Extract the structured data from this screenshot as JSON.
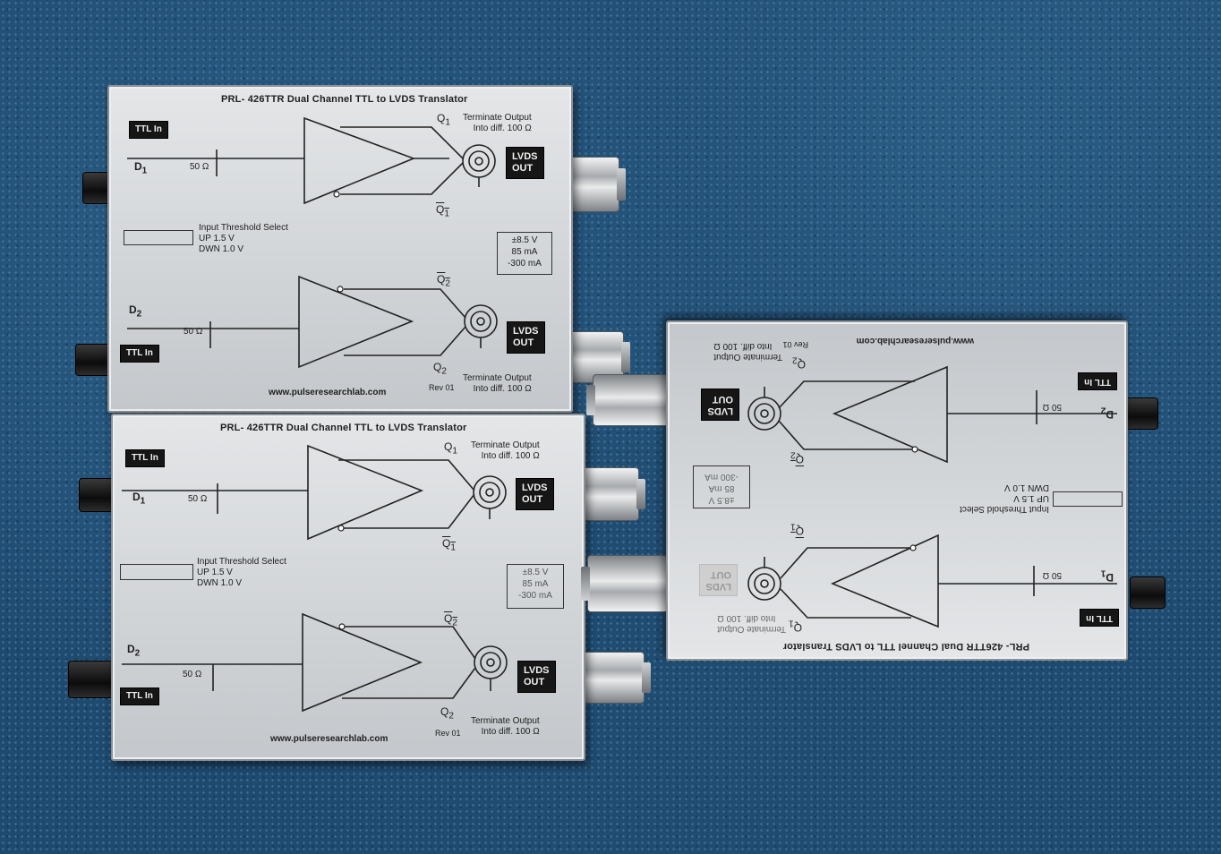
{
  "modules": [
    {
      "title": "PRL- 426TTR Dual Channel TTL to LVDS Translator",
      "ttl_in_1": "TTL In",
      "ttl_in_2": "TTL In",
      "d1": "D",
      "d1_sub": "1",
      "d2": "D",
      "d2_sub": "2",
      "q1": "Q",
      "q1_sub": "1",
      "q1_bar": "Q",
      "q1_bar_sub": "1",
      "q2_bar": "Q",
      "q2_bar_sub": "2",
      "q2": "Q",
      "q2_sub": "2",
      "res_1": "50 Ω",
      "res_2": "50 Ω",
      "terminate_1_a": "Terminate Output",
      "terminate_1_b": "Into diff. 100 Ω",
      "terminate_2_a": "Terminate Output",
      "terminate_2_b": "Into diff. 100 Ω",
      "lvds_1_a": "LVDS",
      "lvds_1_b": "OUT",
      "lvds_2_a": "LVDS",
      "lvds_2_b": "OUT",
      "threshold_title": "Input Threshold Select",
      "threshold_up": "UP 1.5 V",
      "threshold_dwn": "DWN 1.0 V",
      "power_1": "±8.5 V",
      "power_2": "85 mA",
      "power_3": "-300 mA",
      "website": "www.pulseresearchlab.com",
      "rev": "Rev 01"
    },
    {
      "title": "PRL- 426TTR Dual Channel TTL to LVDS Translator",
      "ttl_in_1": "TTL In",
      "ttl_in_2": "TTL In",
      "d1": "D",
      "d1_sub": "1",
      "d2": "D",
      "d2_sub": "2",
      "q1": "Q",
      "q1_sub": "1",
      "q1_bar": "Q",
      "q1_bar_sub": "1",
      "q2_bar": "Q",
      "q2_bar_sub": "2",
      "q2": "Q",
      "q2_sub": "2",
      "res_1": "50 Ω",
      "res_2": "50 Ω",
      "terminate_1_a": "Terminate Output",
      "terminate_1_b": "Into diff. 100 Ω",
      "terminate_2_a": "Terminate Output",
      "terminate_2_b": "Into diff. 100 Ω",
      "lvds_1_a": "LVDS",
      "lvds_1_b": "OUT",
      "lvds_2_a": "LVDS",
      "lvds_2_b": "OUT",
      "threshold_title": "Input Threshold Select",
      "threshold_up": "UP 1.5 V",
      "threshold_dwn": "DWN 1.0 V",
      "power_1": "±8.5 V",
      "power_2": "85 mA",
      "power_3": "-300 mA",
      "website": "www.pulseresearchlab.com",
      "rev": "Rev 01"
    },
    {
      "title": "PRL- 426TTR Dual Channel TTL to LVDS Translator",
      "ttl_in_1": "TTL In",
      "ttl_in_2": "TTL In",
      "d1": "D",
      "d1_sub": "1",
      "d2": "D",
      "d2_sub": "2",
      "q1": "Q",
      "q1_sub": "1",
      "q1_bar": "Q",
      "q1_bar_sub": "1",
      "q2_bar": "Q",
      "q2_bar_sub": "2",
      "q2": "Q",
      "q2_sub": "2",
      "res_1": "50 Ω",
      "res_2": "50 Ω",
      "terminate_1_a": "Terminate Output",
      "terminate_1_b": "Into diff. 100 Ω",
      "terminate_2_a": "Terminate Output",
      "terminate_2_b": "Into diff. 100 Ω",
      "lvds_1_a": "LVDS",
      "lvds_1_b": "OUT",
      "lvds_2_a": "LVDS",
      "lvds_2_b": "OUT",
      "threshold_title": "Input Threshold Select",
      "threshold_up": "UP 1.5 V",
      "threshold_dwn": "DWN 1.0 V",
      "power_1": "±8.5 V",
      "power_2": "85 mA",
      "power_3": "-300 mA",
      "website": "www.pulseresearchlab.com",
      "rev": "Rev 01"
    }
  ]
}
